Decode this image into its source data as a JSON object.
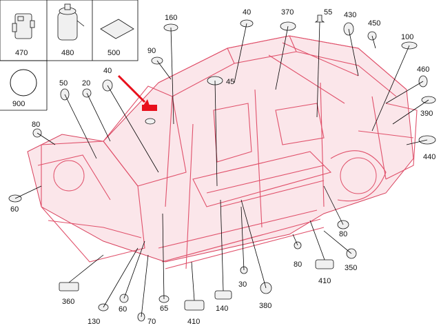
{
  "legend_boxes": [
    {
      "id": "b470",
      "label": "470"
    },
    {
      "id": "b480",
      "label": "480"
    },
    {
      "id": "b500",
      "label": "500"
    },
    {
      "id": "b900",
      "label": "900"
    }
  ],
  "callouts": [
    {
      "label": "160"
    },
    {
      "label": "40"
    },
    {
      "label": "370"
    },
    {
      "label": "55"
    },
    {
      "label": "430"
    },
    {
      "label": "450"
    },
    {
      "label": "100"
    },
    {
      "label": "460"
    },
    {
      "label": "390"
    },
    {
      "label": "440"
    },
    {
      "label": "90"
    },
    {
      "label": "40"
    },
    {
      "label": "45"
    },
    {
      "label": "50"
    },
    {
      "label": "20"
    },
    {
      "label": "80"
    },
    {
      "label": "60"
    },
    {
      "label": "80"
    },
    {
      "label": "80"
    },
    {
      "label": "350"
    },
    {
      "label": "410"
    },
    {
      "label": "380"
    },
    {
      "label": "30"
    },
    {
      "label": "140"
    },
    {
      "label": "410"
    },
    {
      "label": "65"
    },
    {
      "label": "70"
    },
    {
      "label": "60"
    },
    {
      "label": "130"
    },
    {
      "label": "360"
    }
  ],
  "arrow_color": "#e8101c",
  "body_color": "#e0506a"
}
